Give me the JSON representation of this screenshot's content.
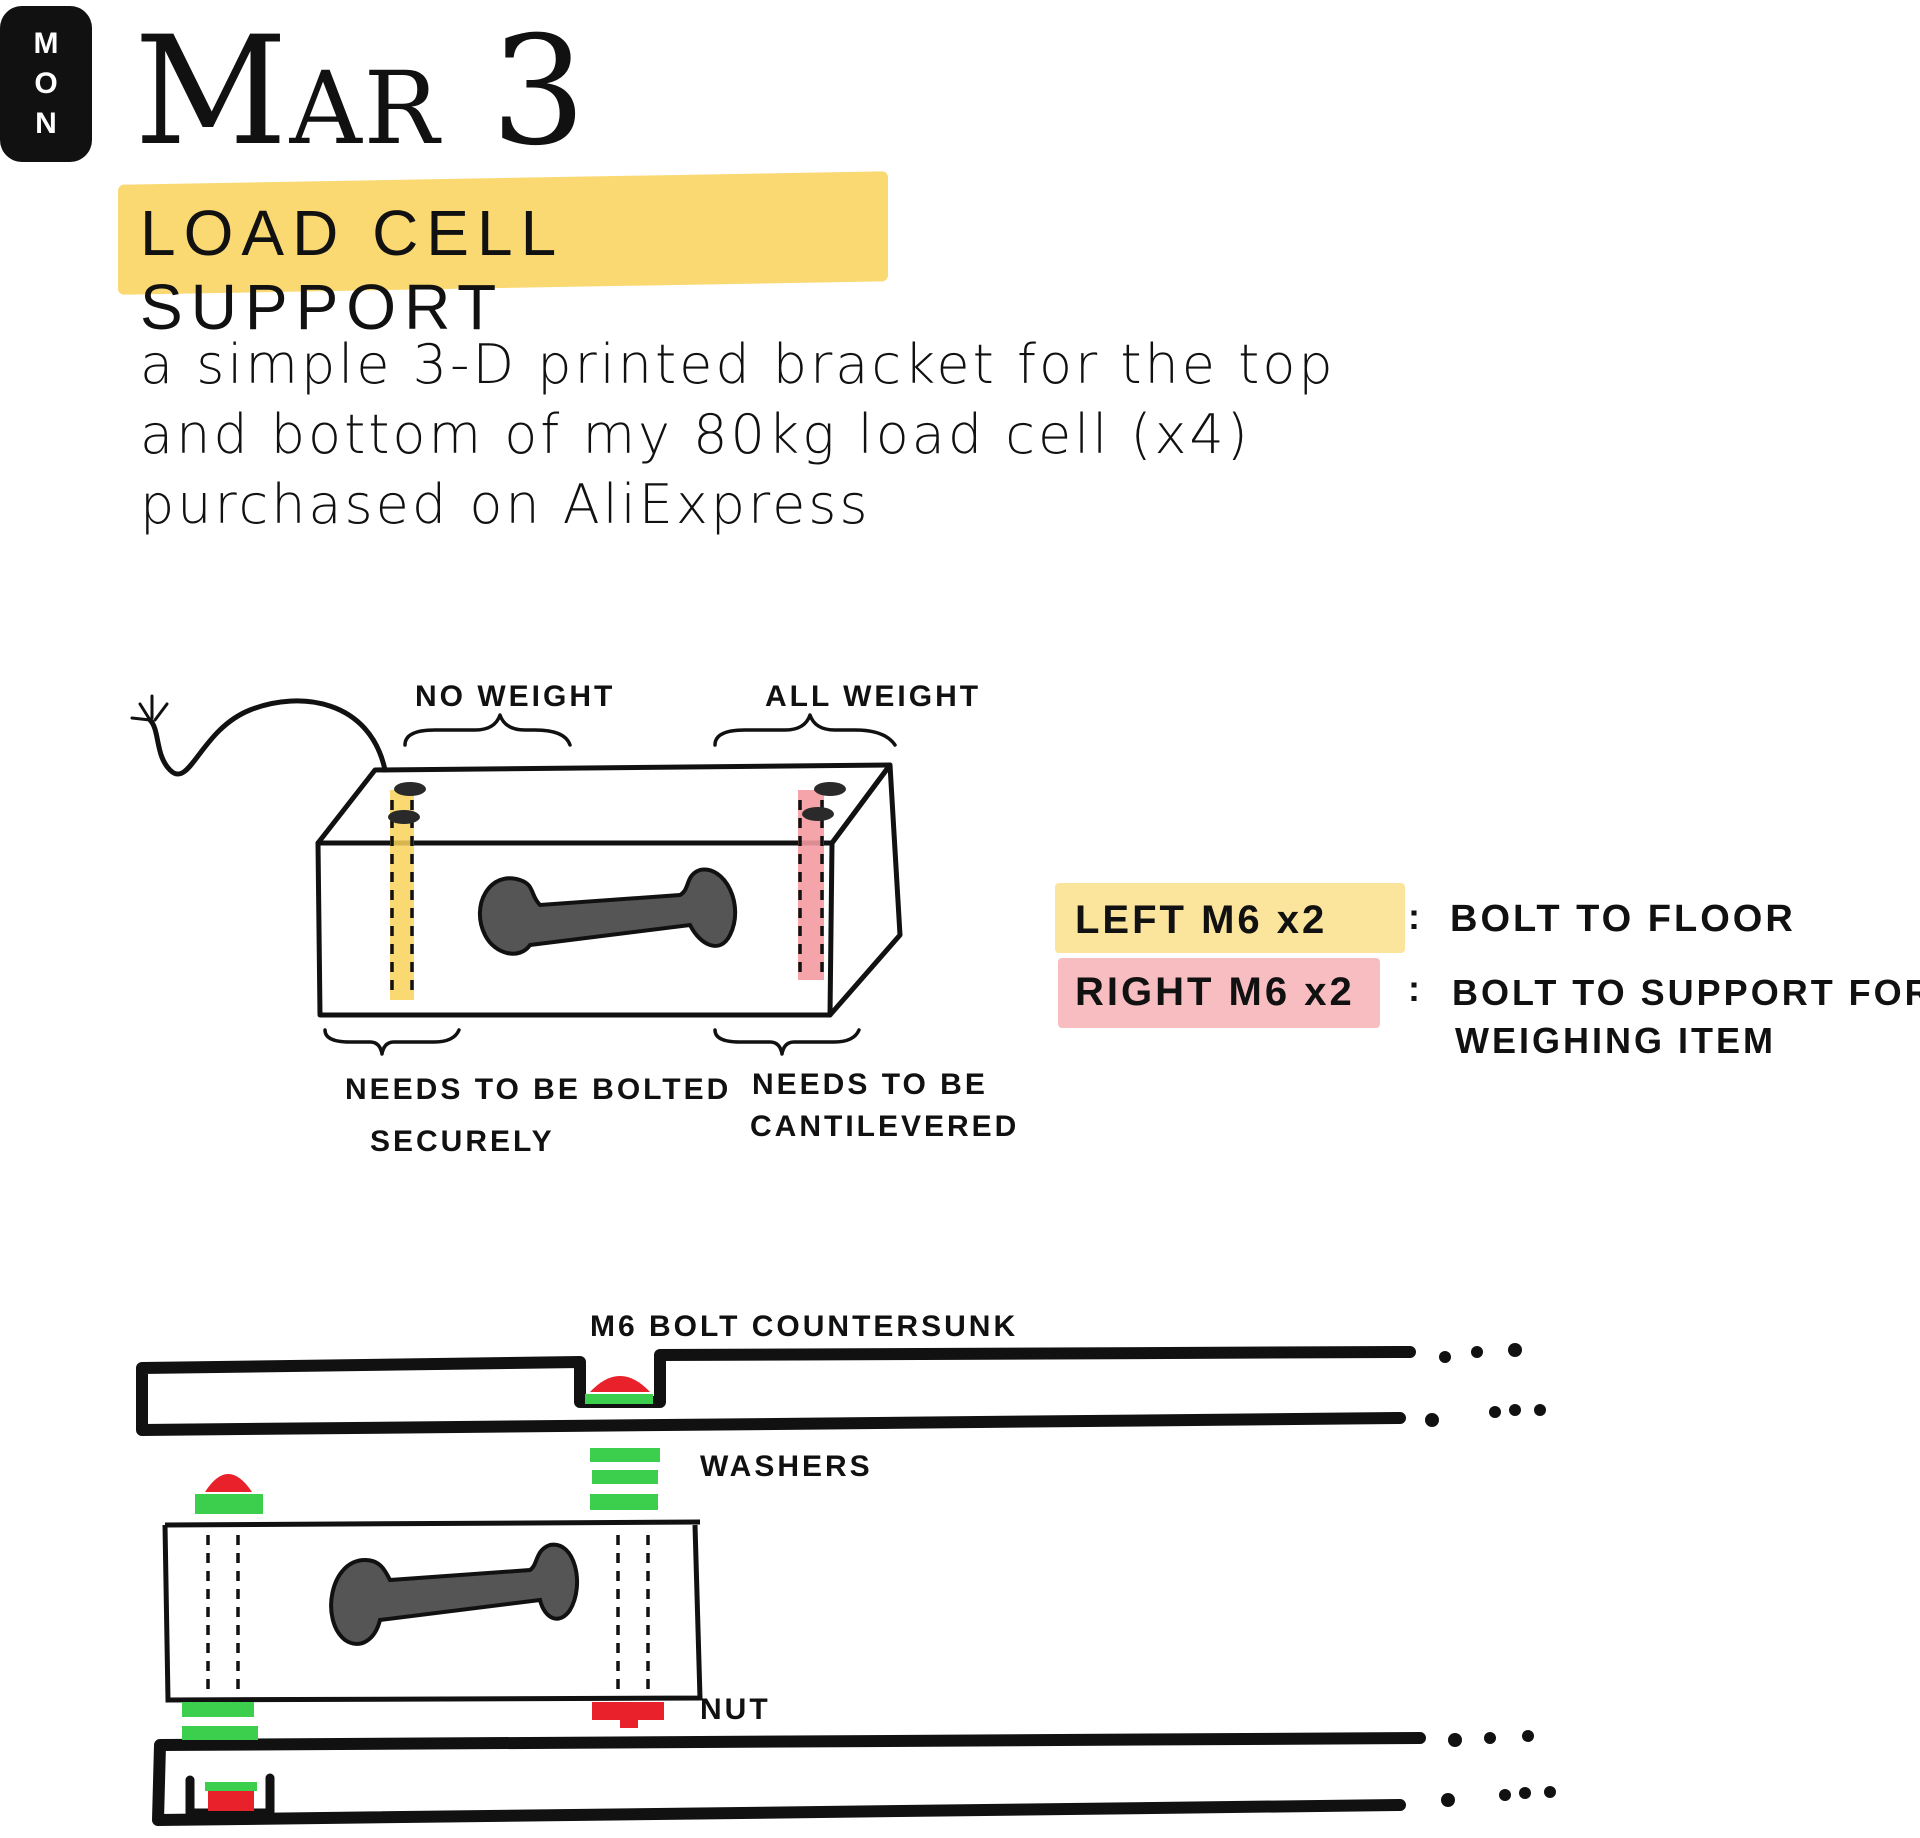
{
  "header": {
    "day": [
      "M",
      "O",
      "N"
    ],
    "month_initial": "M",
    "month_rest": "AR",
    "day_number": "3"
  },
  "topic": {
    "title": "LOAD CELL SUPPORT",
    "highlight_color": "#f9d25a"
  },
  "description": {
    "lines": [
      "a simple 3-D printed bracket for the top",
      "and bottom of my 80kg load cell (x4)",
      "purchased on AliExpress"
    ]
  },
  "diagram_top": {
    "label_no_weight": "NO WEIGHT",
    "label_all_weight": "ALL WEIGHT",
    "label_bolted_1": "NEEDS TO BE BOLTED",
    "label_bolted_2": "SECURELY",
    "label_cantilever_1": "NEEDS TO BE",
    "label_cantilever_2": "CANTILEVERED"
  },
  "legend": {
    "left_label": "LEFT  M6 x2",
    "left_sep": ":",
    "left_desc": "BOLT TO FLOOR",
    "left_color": "#f9d25a",
    "right_label": "RIGHT  M6 x2",
    "right_sep": ":",
    "right_desc_1": "BOLT TO SUPPORT FOR",
    "right_desc_2": "WEIGHING ITEM",
    "right_color": "#f49aa0"
  },
  "diagram_bottom": {
    "label_countersunk": "M6 BOLT COUNTERSUNK",
    "label_washers": "WASHERS",
    "label_nut": "NUT",
    "ellipsis": "• • •",
    "bolt_color": "#e8212b",
    "washer_color": "#3ccf4e"
  }
}
